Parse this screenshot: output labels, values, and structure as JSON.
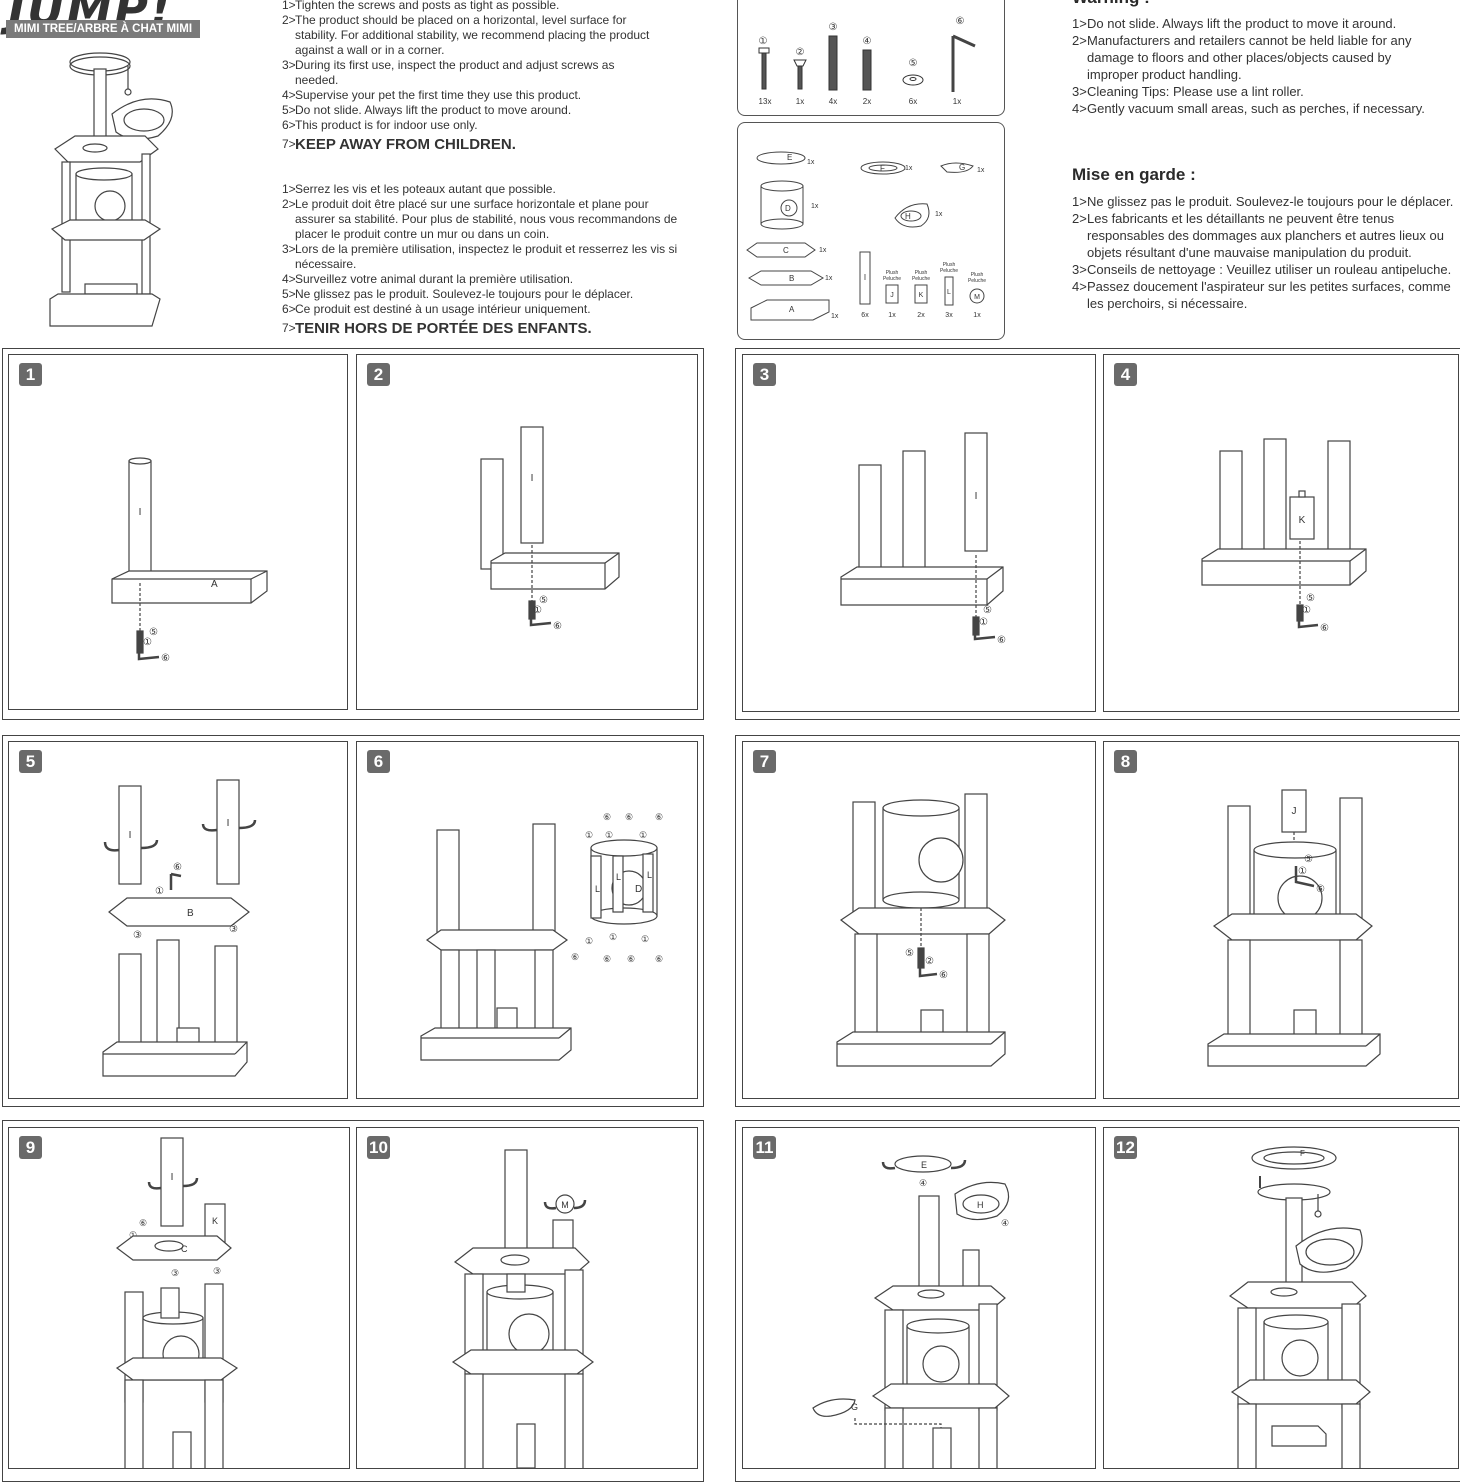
{
  "brand": {
    "logo": "JUMP!",
    "product": "MIMI TREE/ARBRE À CHAT MIMI"
  },
  "instructions_en": {
    "items": [
      {
        "n": "1>",
        "text": "Tighten the screws and posts as tight as possible."
      },
      {
        "n": "2>",
        "text": "The product should be placed on a horizontal, level surface for stability.  For additional stability, we recommend placing the product against a wall or in a corner."
      },
      {
        "n": "3>",
        "text": "During its first use, inspect the product and adjust screws as needed."
      },
      {
        "n": "4>",
        "text": "Supervise your pet the first time they use this product."
      },
      {
        "n": "5>",
        "text": "Do not slide. Always lift the product to move around."
      },
      {
        "n": "6>",
        "text": "This product is for indoor use only."
      }
    ],
    "final_n": "7>",
    "final": "KEEP AWAY FROM CHILDREN."
  },
  "instructions_fr": {
    "items": [
      {
        "n": "1>",
        "text": "Serrez les vis et les poteaux autant que possible."
      },
      {
        "n": "2>",
        "text": "Le produit doit être placé sur une surface horizontale et plane pour assurer sa stabilité. Pour plus de stabilité, nous vous recommandons de placer le produit contre un mur ou dans un coin."
      },
      {
        "n": "3>",
        "text": "Lors de la première utilisation, inspectez le produit et resserrez les vis si nécessaire."
      },
      {
        "n": "4>",
        "text": "Surveillez votre animal durant la première utilisation."
      },
      {
        "n": "5>",
        "text": "Ne glissez pas le produit. Soulevez-le toujours pour le déplacer."
      },
      {
        "n": "6>",
        "text": "Ce produit est destiné à un usage intérieur uniquement."
      }
    ],
    "final_n": "7>",
    "final": "TENIR HORS DE PORTÉE DES ENFANTS."
  },
  "warning_en": {
    "title": "Warning :",
    "items": [
      {
        "n": "1>",
        "text": "Do not slide. Always lift the product to move it around."
      },
      {
        "n": "2>",
        "text": "Manufacturers and retailers cannot be held liable for any damage to floors and other places/objects caused by improper product handling."
      },
      {
        "n": "3>",
        "text": "Cleaning Tips: Please use a lint roller."
      },
      {
        "n": "4>",
        "text": "Gently vacuum small areas, such as perches, if necessary."
      }
    ]
  },
  "warning_fr": {
    "title": "Mise en garde :",
    "items": [
      {
        "n": "1>",
        "text": "Ne glissez pas le produit. Soulevez-le toujours pour le déplacer."
      },
      {
        "n": "2>",
        "text": "Les fabricants et les détaillants ne peuvent être tenus responsables des dommages aux planchers et autres lieux ou objets résultant d'une mauvaise manipulation du produit."
      },
      {
        "n": "3>",
        "text": "Conseils de nettoyage : Veuillez utiliser un rouleau antipeluche."
      },
      {
        "n": "4>",
        "text": "Passez doucement l'aspirateur sur les petites surfaces, comme les perchoirs, si nécessaire."
      }
    ]
  },
  "hardware": [
    {
      "num": "①",
      "qty": "13x"
    },
    {
      "num": "②",
      "qty": "1x"
    },
    {
      "num": "③",
      "qty": "4x"
    },
    {
      "num": "④",
      "qty": "2x"
    },
    {
      "num": "⑤",
      "qty": "6x"
    },
    {
      "num": "⑥",
      "qty": "1x"
    }
  ],
  "parts": {
    "E": "E",
    "E_qty": "1x",
    "F": "F",
    "F_qty": "1x",
    "G": "G",
    "G_qty": "1x",
    "D": "D",
    "D_qty": "1x",
    "H": "H",
    "H_qty": "1x",
    "C": "C",
    "C_qty": "1x",
    "B": "B",
    "B_qty": "1x",
    "A": "A",
    "A_qty": "1x",
    "I": "I",
    "I_qty": "6x",
    "J": "J",
    "J_qty": "1x",
    "K": "K",
    "K_qty": "2x",
    "L": "L",
    "L_qty": "3x",
    "M": "M",
    "M_qty": "1x",
    "plush": "Plush",
    "peluche": "Peluche"
  },
  "steps": [
    "1",
    "2",
    "3",
    "4",
    "5",
    "6",
    "7",
    "8",
    "9",
    "10",
    "11",
    "12"
  ],
  "labels": {
    "A": "A",
    "B": "B",
    "C": "C",
    "D": "D",
    "E": "E",
    "F": "F",
    "G": "G",
    "H": "H",
    "I": "I",
    "J": "J",
    "K": "K",
    "L": "L",
    "M": "M",
    "c1": "①",
    "c2": "②",
    "c3": "③",
    "c4": "④",
    "c5": "⑤",
    "c6": "⑥"
  }
}
